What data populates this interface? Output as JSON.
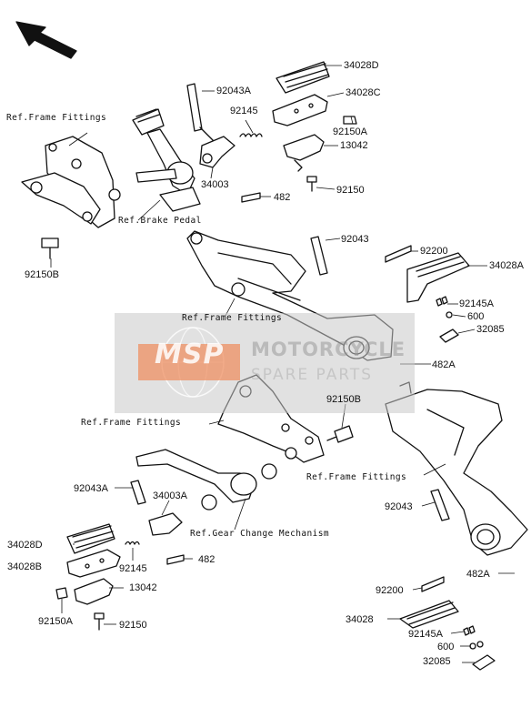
{
  "labels": {
    "p34028D_top": "34028D",
    "p92043A_top": "92043A",
    "p34028C": "34028C",
    "p92145_top": "92145",
    "p92150A_top": "92150A",
    "p13042_top": "13042",
    "p34003": "34003",
    "p92150_top": "92150",
    "p482_top": "482",
    "p92150B_left": "92150B",
    "p92043_mid": "92043",
    "p92200_top": "92200",
    "p34028A": "34028A",
    "p92145A_top": "92145A",
    "p600_top": "600",
    "p32085_top": "32085",
    "p482A_top": "482A",
    "p92150B_mid": "92150B",
    "p92043A_bot": "92043A",
    "p34003A": "34003A",
    "p34028D_bot": "34028D",
    "p34028B": "34028B",
    "p92145_bot": "92145",
    "p482_bot": "482",
    "p13042_bot": "13042",
    "p92150A_bot": "92150A",
    "p92150_bot": "92150",
    "p92043_right": "92043",
    "p482A_bot": "482A",
    "p92200_bot": "92200",
    "p34028": "34028",
    "p92145A_bot": "92145A",
    "p600_bot": "600",
    "p32085_bot": "32085"
  },
  "refs": {
    "frame_fittings_top_left": "Ref.Frame Fittings",
    "brake_pedal": "Ref.Brake Pedal",
    "frame_fittings_center": "Ref.Frame Fittings",
    "frame_fittings_left_mid": "Ref.Frame Fittings",
    "frame_fittings_right": "Ref.Frame Fittings",
    "gear_change": "Ref.Gear Change Mechanism"
  },
  "watermark": {
    "logo": "MSP",
    "brand": "MOTORCYCLE",
    "sub": "SPARE PARTS"
  },
  "colors": {
    "ink": "#111111",
    "watermark_band": "#c8c8c8",
    "logo_orange": "#f08a5a"
  }
}
